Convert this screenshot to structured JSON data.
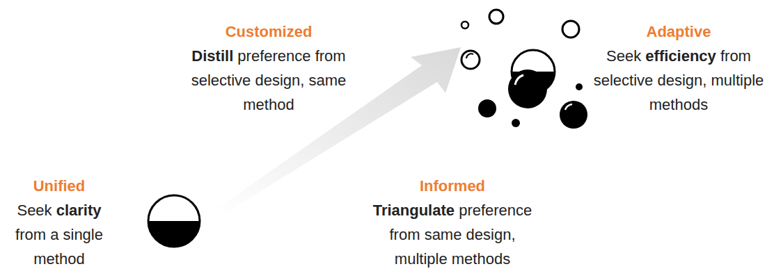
{
  "diagram": {
    "labels": [
      "Customized",
      "Distill preference from selective design, same method",
      "Adaptive",
      "Seek efficiency from selective design, multiple methods",
      "Unified",
      "Seek clarity from a single method",
      "Informed",
      "Triangulate preference from same design, multiple methods"
    ]
  }
}
